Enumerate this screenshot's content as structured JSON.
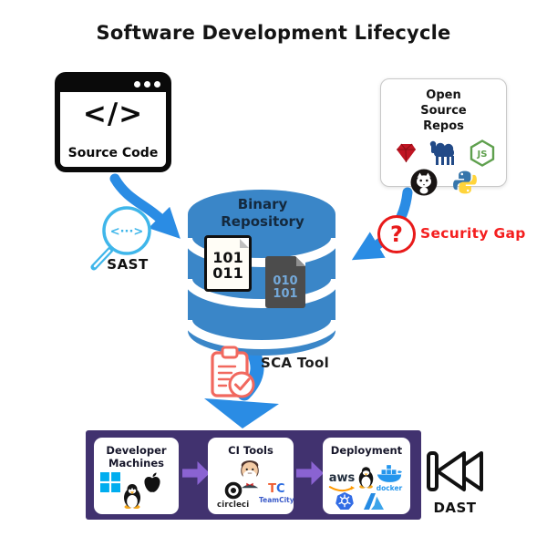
{
  "title": "Software Development Lifecycle",
  "source_code": {
    "label": "Source Code",
    "glyph": "</>"
  },
  "sast": {
    "label": "SAST",
    "glyph": "<···>"
  },
  "open_source": {
    "title": "Open Source Repos",
    "node_label": "JS",
    "icons": [
      "ruby-icon",
      "perl-camel-icon",
      "nodejs-icon",
      "github-icon",
      "python-icon"
    ]
  },
  "binary_repository": {
    "label": "Binary Repository",
    "file_light": [
      "101",
      "011"
    ],
    "file_dark": [
      "010",
      "101"
    ]
  },
  "security_gap": {
    "glyph": "?",
    "label": "Security Gap"
  },
  "sca": {
    "label": "SCA Tool"
  },
  "dast": {
    "label": "DAST"
  },
  "pipeline": {
    "stages": [
      {
        "title": "Developer Machines",
        "icons": [
          "windows-icon",
          "apple-icon",
          "linux-tux-icon"
        ]
      },
      {
        "title": "CI Tools",
        "icons": [
          "jenkins-icon",
          "circleci-icon",
          "teamcity-icon"
        ],
        "circleci_label": "circleci",
        "teamcity_t": "T",
        "teamcity_c": "C",
        "teamcity_label": "TeamCity"
      },
      {
        "title": "Deployment",
        "icons": [
          "aws-icon",
          "linux-tux-icon",
          "docker-icon",
          "kubernetes-icon",
          "azure-icon"
        ],
        "aws_label": "aws",
        "docker_label": "docker"
      }
    ]
  },
  "colors": {
    "arrow_blue": "#2a8ce4",
    "cylinder_blue": "#3a86c8",
    "magnifier_blue": "#3fb6ea",
    "alert_red": "#e81a1a",
    "clipboard_coral": "#f1685e",
    "band_purple": "#41326f",
    "stage_arrow_purple": "#8a63d2"
  }
}
